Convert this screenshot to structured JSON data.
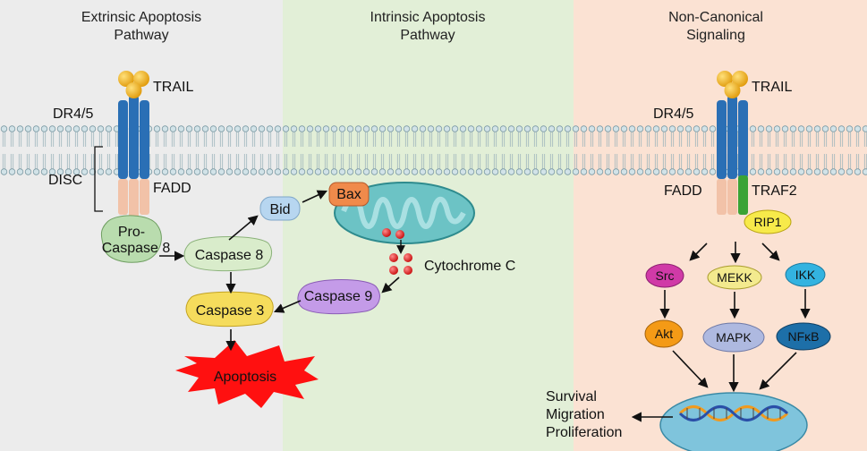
{
  "panels": {
    "extrinsic": {
      "title_line1": "Extrinsic Apoptosis",
      "title_line2": "Pathway",
      "color": "#ececec"
    },
    "intrinsic": {
      "title_line1": "Intrinsic Apoptosis",
      "title_line2": "Pathway",
      "color": "#e2efd7"
    },
    "noncanonical": {
      "title_line1": "Non-Canonical",
      "title_line2": "Signaling",
      "color": "#fbe2d3"
    }
  },
  "extrinsic": {
    "ligand": "TRAIL",
    "receptor": "DR4/5",
    "disc": "DISC",
    "adaptor": "FADD",
    "procaspase_line1": "Pro-",
    "procaspase_line2": "Caspase 8",
    "caspase8": "Caspase 8",
    "caspase3": "Caspase 3",
    "apoptosis": "Apoptosis"
  },
  "intrinsic": {
    "bid": "Bid",
    "bax": "Bax",
    "cytochrome": "Cytochrome C",
    "caspase9": "Caspase 9"
  },
  "noncanonical": {
    "ligand": "TRAIL",
    "receptor": "DR4/5",
    "adaptor": "FADD",
    "traf": "TRAF2",
    "rip": "RIP1",
    "src": "Src",
    "mekk": "MEKK",
    "ikk": "IKK",
    "akt": "Akt",
    "mapk": "MAPK",
    "nfkb": "NFκB",
    "outcome_line1": "Survival",
    "outcome_line2": "Migration",
    "outcome_line3": "Proliferation"
  },
  "colors": {
    "receptor": "#2a6fb5",
    "trail": "#f2b21c",
    "fadd": "#f2c2a8",
    "traf2": "#3aa335",
    "procaspase": "#b9dcae",
    "caspase8": "#d9eccb",
    "caspase3": "#f5dc5c",
    "caspase9": "#c49be8",
    "bid": "#b7d6f0",
    "bax": "#f08a4b",
    "mito": "#6cc3c5",
    "cytochrome": "#e21c1c",
    "apoptosis": "#ff1010",
    "rip1": "#f7ea4a",
    "src": "#d03aa7",
    "mekk": "#f3ea8e",
    "ikk": "#33b3e0",
    "akt": "#f49a16",
    "mapk": "#aeb9e0",
    "nfkb": "#1d6fa8",
    "nucleus": "#7fc4dc"
  }
}
